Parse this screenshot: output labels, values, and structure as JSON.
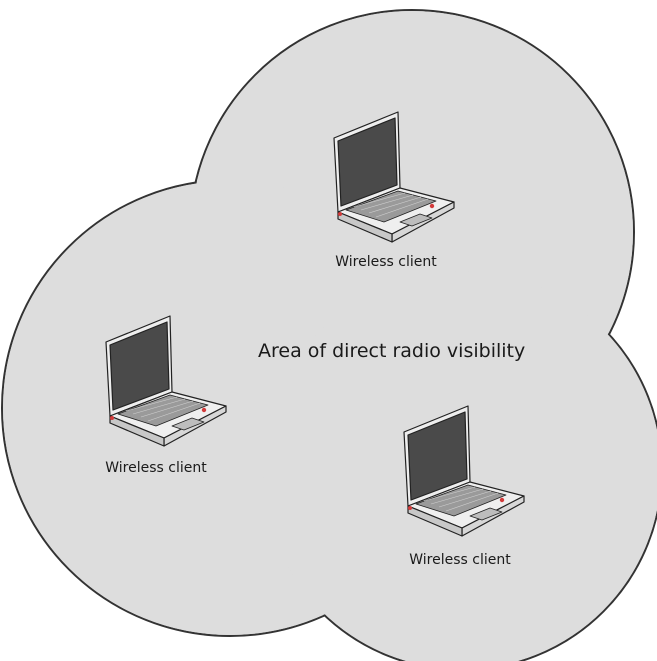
{
  "area": {
    "label": "Area of direct radio visibility",
    "fill_color": "#dddddd",
    "stroke_color": "#333333"
  },
  "clients": [
    {
      "label": "Wireless client",
      "icon": "laptop-icon"
    },
    {
      "label": "Wireless client",
      "icon": "laptop-icon"
    },
    {
      "label": "Wireless client",
      "icon": "laptop-icon"
    }
  ]
}
